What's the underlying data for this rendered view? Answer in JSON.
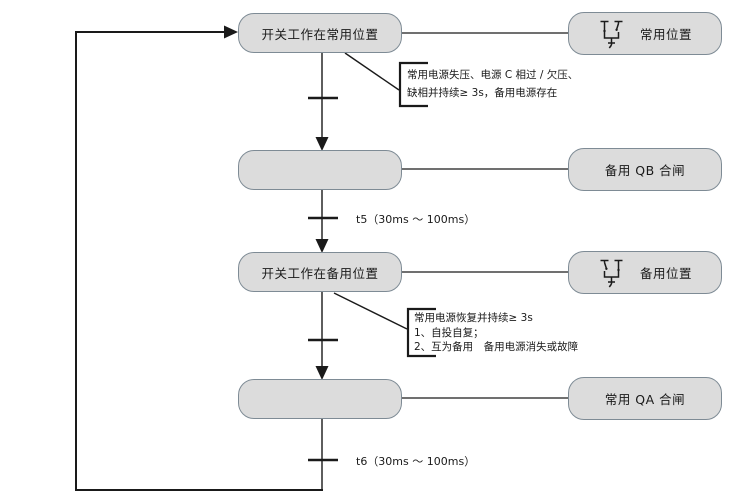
{
  "diagram": {
    "title_hint": "ATS transfer switch sequence flowchart",
    "colors": {
      "box_fill": "#dcdcdc",
      "box_border": "#7e8b95",
      "line": "#1a1a1a",
      "background": "#ffffff"
    },
    "steps": [
      {
        "label": "开关工作在常用位置"
      },
      {
        "label": ""
      },
      {
        "label": "开关工作在备用位置"
      },
      {
        "label": ""
      }
    ],
    "actions": [
      {
        "label": "常用位置",
        "icon": "switch-normal-position-icon"
      },
      {
        "label": "备用 QB 合闸",
        "icon": ""
      },
      {
        "label": "备用位置",
        "icon": "switch-backup-position-icon"
      },
      {
        "label": "常用 QA 合闸",
        "icon": ""
      }
    ],
    "transitions": {
      "t5": "t5（30ms ～ 100ms）",
      "t6": "t6（30ms ～ 100ms）"
    },
    "annotations": {
      "to_backup": {
        "line1": "常用电源失压、电源 C 相过 / 欠压、",
        "line2": "缺相并持续≥ 3s，备用电源存在"
      },
      "to_normal": {
        "line1": "常用电源恢复并持续≥ 3s",
        "line2": "1、自投自复；",
        "line3": "2、互为备用　备用电源消失或故障"
      }
    }
  }
}
